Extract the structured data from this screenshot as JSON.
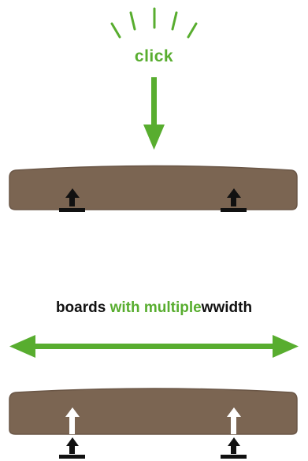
{
  "colors": {
    "accent_green": "#58ad2f",
    "board_brown": "#7b6552",
    "board_edge": "#6a5646",
    "clip_black": "#111111",
    "clip_white": "#ffffff",
    "text_dark": "#111111"
  },
  "top_panel": {
    "action_label": "click",
    "icons": [
      "click-burst-icon",
      "down-arrow-icon",
      "deck-board-icon",
      "hidden-clip-icon"
    ]
  },
  "bottom_panel": {
    "caption_part_1": "boards ",
    "caption_part_2": "with multiple",
    "caption_part_3": "wwidth",
    "icons": [
      "width-double-arrow-icon",
      "deck-board-icon",
      "hidden-clip-icon"
    ]
  }
}
